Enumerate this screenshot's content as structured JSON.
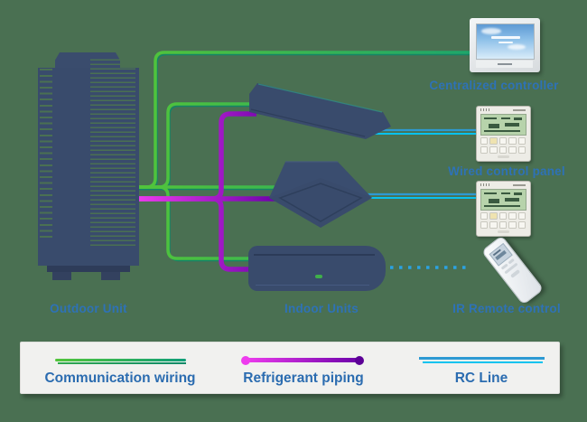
{
  "diagram": {
    "labels": {
      "outdoor_unit": "Outdoor Unit",
      "indoor_units": "Indoor Units",
      "ir_remote": "IR Remote control",
      "centralized_controller": "Centralized controller",
      "wired_control_panel": "Wired control panel"
    },
    "devices": [
      "outdoor-unit",
      "ceiling-suspended-indoor-unit",
      "ceiling-cassette-indoor-unit",
      "wall-mounted-indoor-unit",
      "centralized-controller",
      "wired-control-panel-upper",
      "wired-control-panel-lower",
      "ir-remote-control"
    ],
    "colors": {
      "background": "#4A7052",
      "unit_navy": "#394B6C",
      "label_blue": "#2E72B6",
      "communication_green_start": "#52C53A",
      "communication_green_end": "#0F9E78",
      "refrigerant_magenta_start": "#EE3CEE",
      "refrigerant_purple_end": "#6A00A8",
      "rc_line_blue": "#2D9AD3",
      "rc_line_cyan": "#0CC3EF"
    }
  },
  "legend": {
    "items": [
      {
        "id": "communication-wiring",
        "label": "Communication wiring",
        "style": "double-line-green-gradient"
      },
      {
        "id": "refrigerant-piping",
        "label": "Refrigerant piping",
        "style": "thick-line-magenta-purple-gradient-with-end-dots"
      },
      {
        "id": "rc-line",
        "label": "RC Line",
        "style": "double-line-blue-cyan"
      }
    ]
  }
}
